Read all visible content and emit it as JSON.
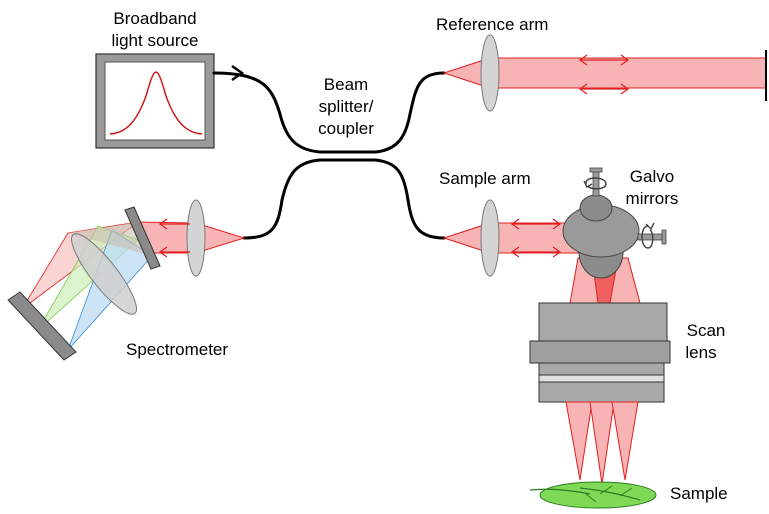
{
  "labels": {
    "source_line1": "Broadband",
    "source_line2": "light source",
    "splitter_line1": "Beam",
    "splitter_line2": "splitter/",
    "splitter_line3": "coupler",
    "reference_arm": "Reference arm",
    "sample_arm": "Sample arm",
    "galvo_line1": "Galvo",
    "galvo_line2": "mirrors",
    "spectrometer": "Spectrometer",
    "scan_line1": "Scan",
    "scan_line2": "lens",
    "sample": "Sample"
  },
  "colors": {
    "beam_fill": "#f8b4b4",
    "beam_edge": "#e02020",
    "spectrum_curve": "#d01010",
    "fiber": "#000000",
    "optic_gray": "#999999",
    "sample_green": "#7ed957"
  }
}
